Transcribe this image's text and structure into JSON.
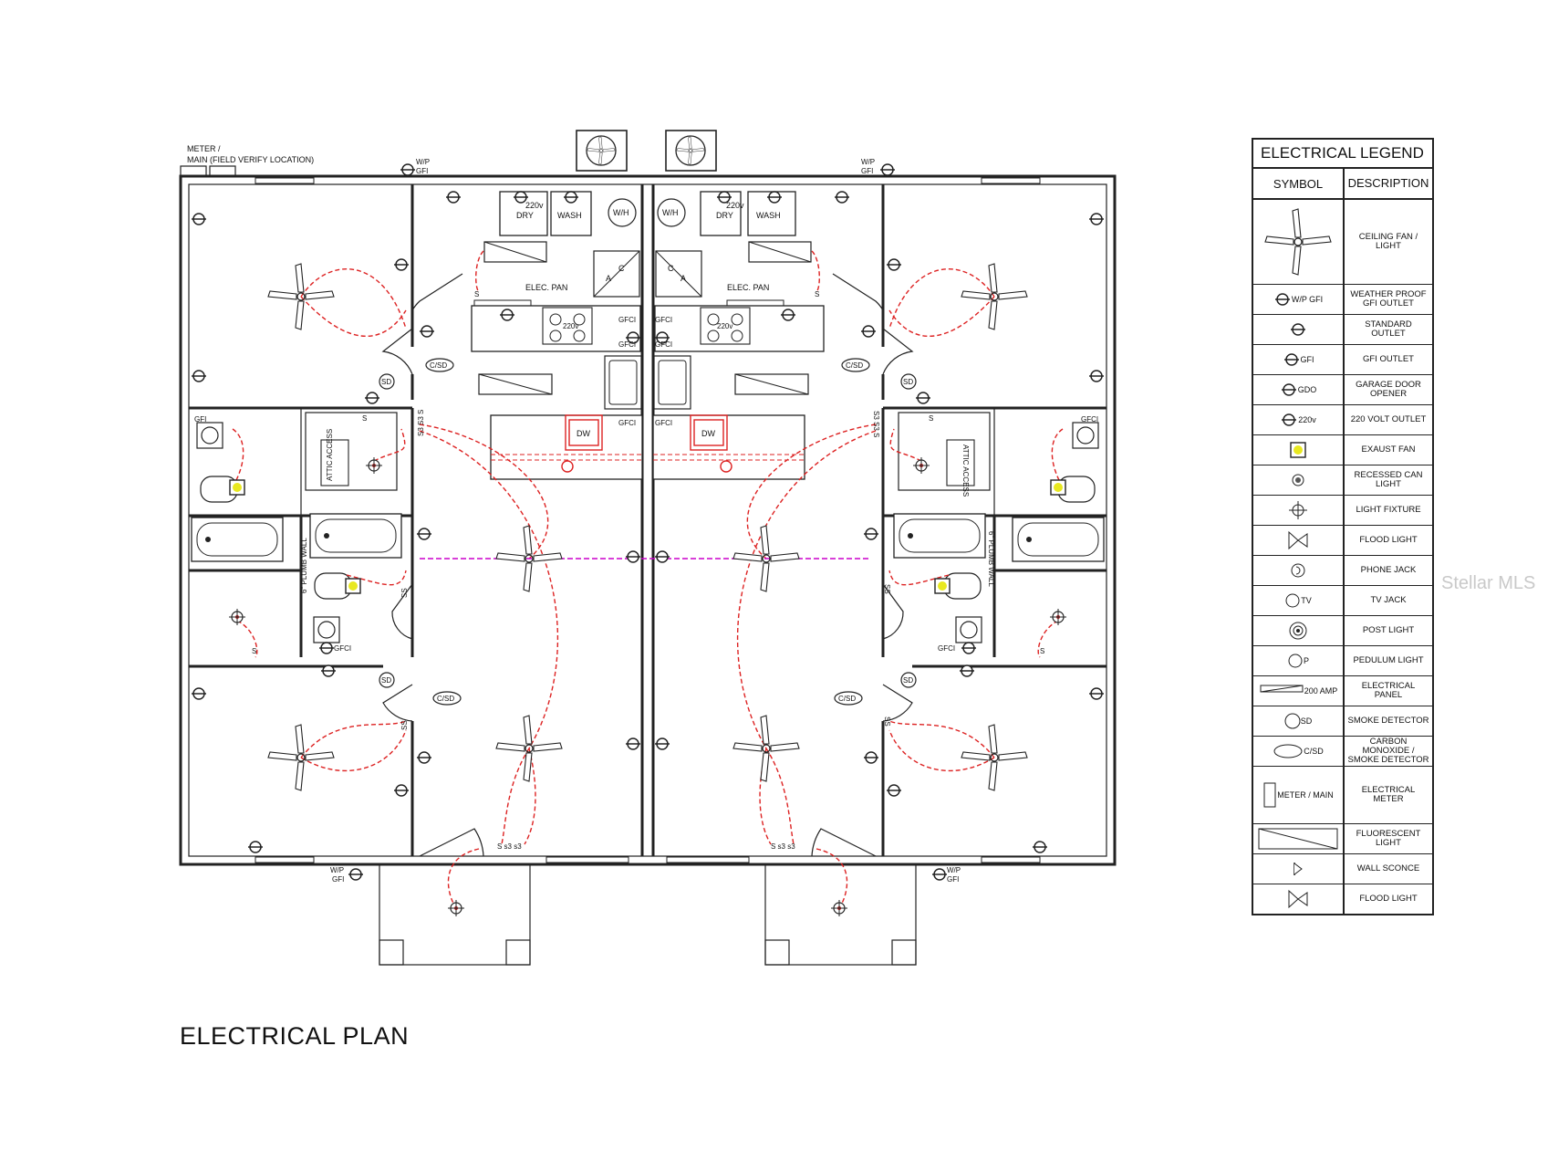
{
  "plan": {
    "title": "ELECTRICAL PLAN",
    "meter_note": "METER /",
    "meter_note_2": "MAIN (FIELD VERIFY LOCATION)",
    "watermark": "Stellar MLS",
    "labels": {
      "wp": "W/P",
      "gfi": "GFI",
      "gfci": "GFCI",
      "dry": "DRY",
      "wash": "WASH",
      "wh": "W/H",
      "v220": "220v",
      "elec_pan": "ELEC. PAN",
      "dw": "DW",
      "csd": "C/SD",
      "sd": "SD",
      "attic": "ATTIC ACCESS",
      "plumb_wall": "6\" PLUMB WALL",
      "s": "S",
      "s3": "S s3 s3",
      "s3s": "S3 S3 S",
      "ss": "SS",
      "ac_c": "C",
      "ac_a": "A"
    }
  },
  "legend": {
    "title": "ELECTRICAL LEGEND",
    "symbol_header": "SYMBOL",
    "description_header": "DESCRIPTION",
    "rows": [
      {
        "symbol_text": "",
        "icon": "ceiling-fan-icon",
        "description": "CEILING FAN / LIGHT"
      },
      {
        "symbol_text": "W/P GFI",
        "icon": "wp-gfi-outlet-icon",
        "description": "WEATHER PROOF GFI OUTLET"
      },
      {
        "symbol_text": "",
        "icon": "standard-outlet-icon",
        "description": "STANDARD OUTLET"
      },
      {
        "symbol_text": "GFI",
        "icon": "gfi-outlet-icon",
        "description": "GFI OUTLET"
      },
      {
        "symbol_text": "GDO",
        "icon": "garage-door-opener-icon",
        "description": "GARAGE DOOR OPENER"
      },
      {
        "symbol_text": "220v",
        "icon": "220-volt-outlet-icon",
        "description": "220 VOLT OUTLET"
      },
      {
        "symbol_text": "",
        "icon": "exhaust-fan-icon",
        "description": "EXAUST FAN"
      },
      {
        "symbol_text": "",
        "icon": "recessed-can-light-icon",
        "description": "RECESSED CAN LIGHT"
      },
      {
        "symbol_text": "",
        "icon": "light-fixture-icon",
        "description": "LIGHT FIXTURE"
      },
      {
        "symbol_text": "",
        "icon": "flood-light-icon",
        "description": "FLOOD LIGHT"
      },
      {
        "symbol_text": "",
        "icon": "phone-jack-icon",
        "description": "PHONE JACK"
      },
      {
        "symbol_text": "TV",
        "icon": "tv-jack-icon",
        "description": "TV JACK"
      },
      {
        "symbol_text": "",
        "icon": "post-light-icon",
        "description": "POST  LIGHT"
      },
      {
        "symbol_text": "P",
        "icon": "pendulum-light-icon",
        "description": "PEDULUM LIGHT"
      },
      {
        "symbol_text": "200 AMP",
        "icon": "electrical-panel-icon",
        "description": "ELECTRICAL PANEL"
      },
      {
        "symbol_text": "SD",
        "icon": "smoke-detector-icon",
        "description": "SMOKE DETECTOR"
      },
      {
        "symbol_text": "C/SD",
        "icon": "co-smoke-detector-icon",
        "description": "CARBON MONOXIDE / SMOKE DETECTOR"
      },
      {
        "symbol_text": "METER / MAIN",
        "icon": "electrical-meter-icon",
        "description": "ELECTRICAL METER"
      },
      {
        "symbol_text": "",
        "icon": "fluorescent-light-icon",
        "description": "FLUORESCENT LIGHT"
      },
      {
        "symbol_text": "",
        "icon": "wall-sconce-icon",
        "description": "WALL SCONCE"
      },
      {
        "symbol_text": "",
        "icon": "flood-light-icon",
        "description": "FLOOD LIGHT"
      }
    ]
  }
}
